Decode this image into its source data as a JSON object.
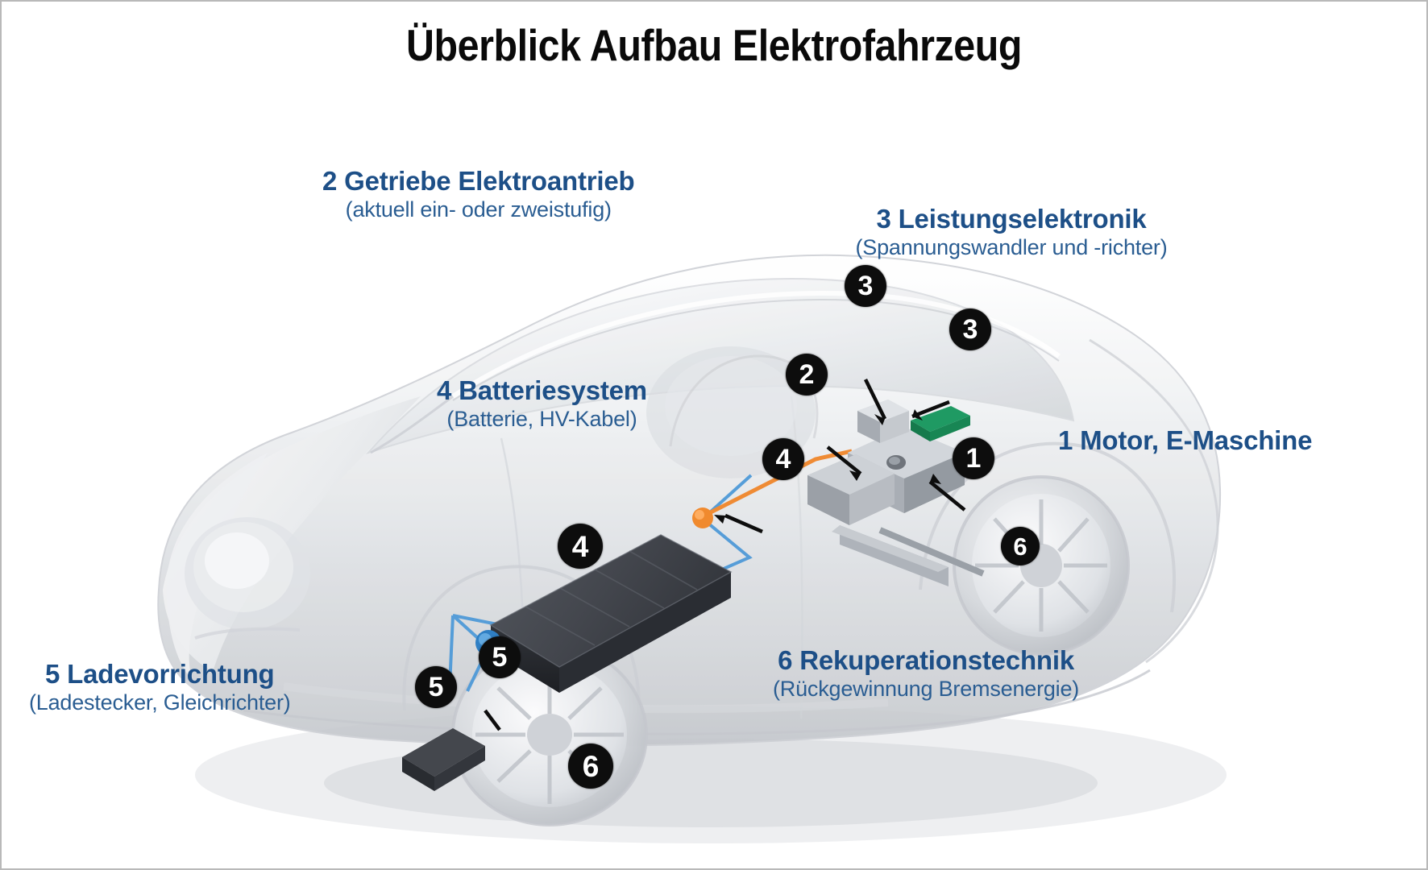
{
  "title": "Überblick Aufbau Elektrofahrzeug",
  "colors": {
    "label_blue": "#1d4f87",
    "badge_bg": "#0d0d0d",
    "badge_text": "#ffffff",
    "hv_cable_blue": "#3f8fd0",
    "hv_cable_orange": "#e8853a",
    "battery_pack": "#3c3f45",
    "car_body": "#d8dade",
    "frame_border": "#b9b9b9",
    "title_text": "#0a0a0a"
  },
  "annotations": [
    {
      "number": "1",
      "head": "1 Motor, E-Maschine",
      "sub": ""
    },
    {
      "number": "2",
      "head": "2 Getriebe Elektroantrieb",
      "sub": "(aktuell ein- oder zweistufig)"
    },
    {
      "number": "3",
      "head": "3 Leistungselektronik",
      "sub": "(Spannungswandler und -richter)"
    },
    {
      "number": "4",
      "head": "4 Batteriesystem",
      "sub": "(Batterie, HV-Kabel)"
    },
    {
      "number": "5",
      "head": "5 Ladevorrichtung",
      "sub": "(Ladestecker, Gleichrichter)"
    },
    {
      "number": "6",
      "head": "6 Rekuperationstechnik",
      "sub": "(Rückgewinnung Bremsenergie)"
    }
  ],
  "badges": [
    {
      "id": "b3a",
      "label": "3"
    },
    {
      "id": "b3b",
      "label": "3"
    },
    {
      "id": "b2",
      "label": "2"
    },
    {
      "id": "b1",
      "label": "1"
    },
    {
      "id": "b4a",
      "label": "4"
    },
    {
      "id": "b4b",
      "label": "4"
    },
    {
      "id": "b6a",
      "label": "6"
    },
    {
      "id": "b6b",
      "label": "6"
    },
    {
      "id": "b5a",
      "label": "5"
    },
    {
      "id": "b5b",
      "label": "5"
    }
  ],
  "diagram": {
    "subject": "electric-vehicle-cutaway",
    "parts": [
      "car-body-ghost",
      "front-wheel",
      "rear-wheel",
      "battery-pack",
      "hv-cable",
      "charging-plug",
      "electric-motor-assembly",
      "power-electronics-module",
      "transmission"
    ]
  }
}
